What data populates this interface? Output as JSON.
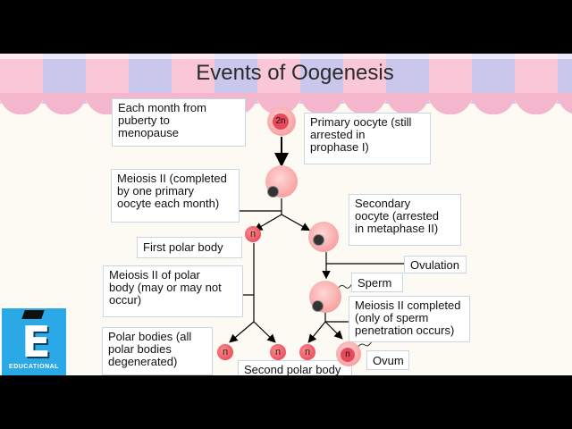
{
  "title": "Events of Oogenesis",
  "labels": {
    "each_month": "Each month from\npuberty to\nmenopause",
    "primary_oocyte": "Primary oocyte (still\narrested in\nprophase I)",
    "meiosis_ii_completed_one": "Meiosis II (completed\nby one primary\noocyte each month)",
    "secondary_oocyte": "Secondary\noocyte (arrested\nin metaphase II)",
    "first_polar_body": "First polar body",
    "ovulation": "Ovulation",
    "meiosis_ii_polar": "Meiosis II of polar\nbody (may or may not\noccur)",
    "sperm": "Sperm",
    "meiosis_ii_sperm": "Meiosis II completed\n(only of sperm\npenetration occurs)",
    "polar_bodies": "Polar bodies (all\npolar bodies\ndegenerated)",
    "second_polar_body": "Second polar body",
    "ovum": "Ovum"
  },
  "cell_labels": {
    "diploid": "2n",
    "haploid": "n"
  },
  "logo": {
    "letter": "E",
    "text": "EDUCATIONAL"
  }
}
